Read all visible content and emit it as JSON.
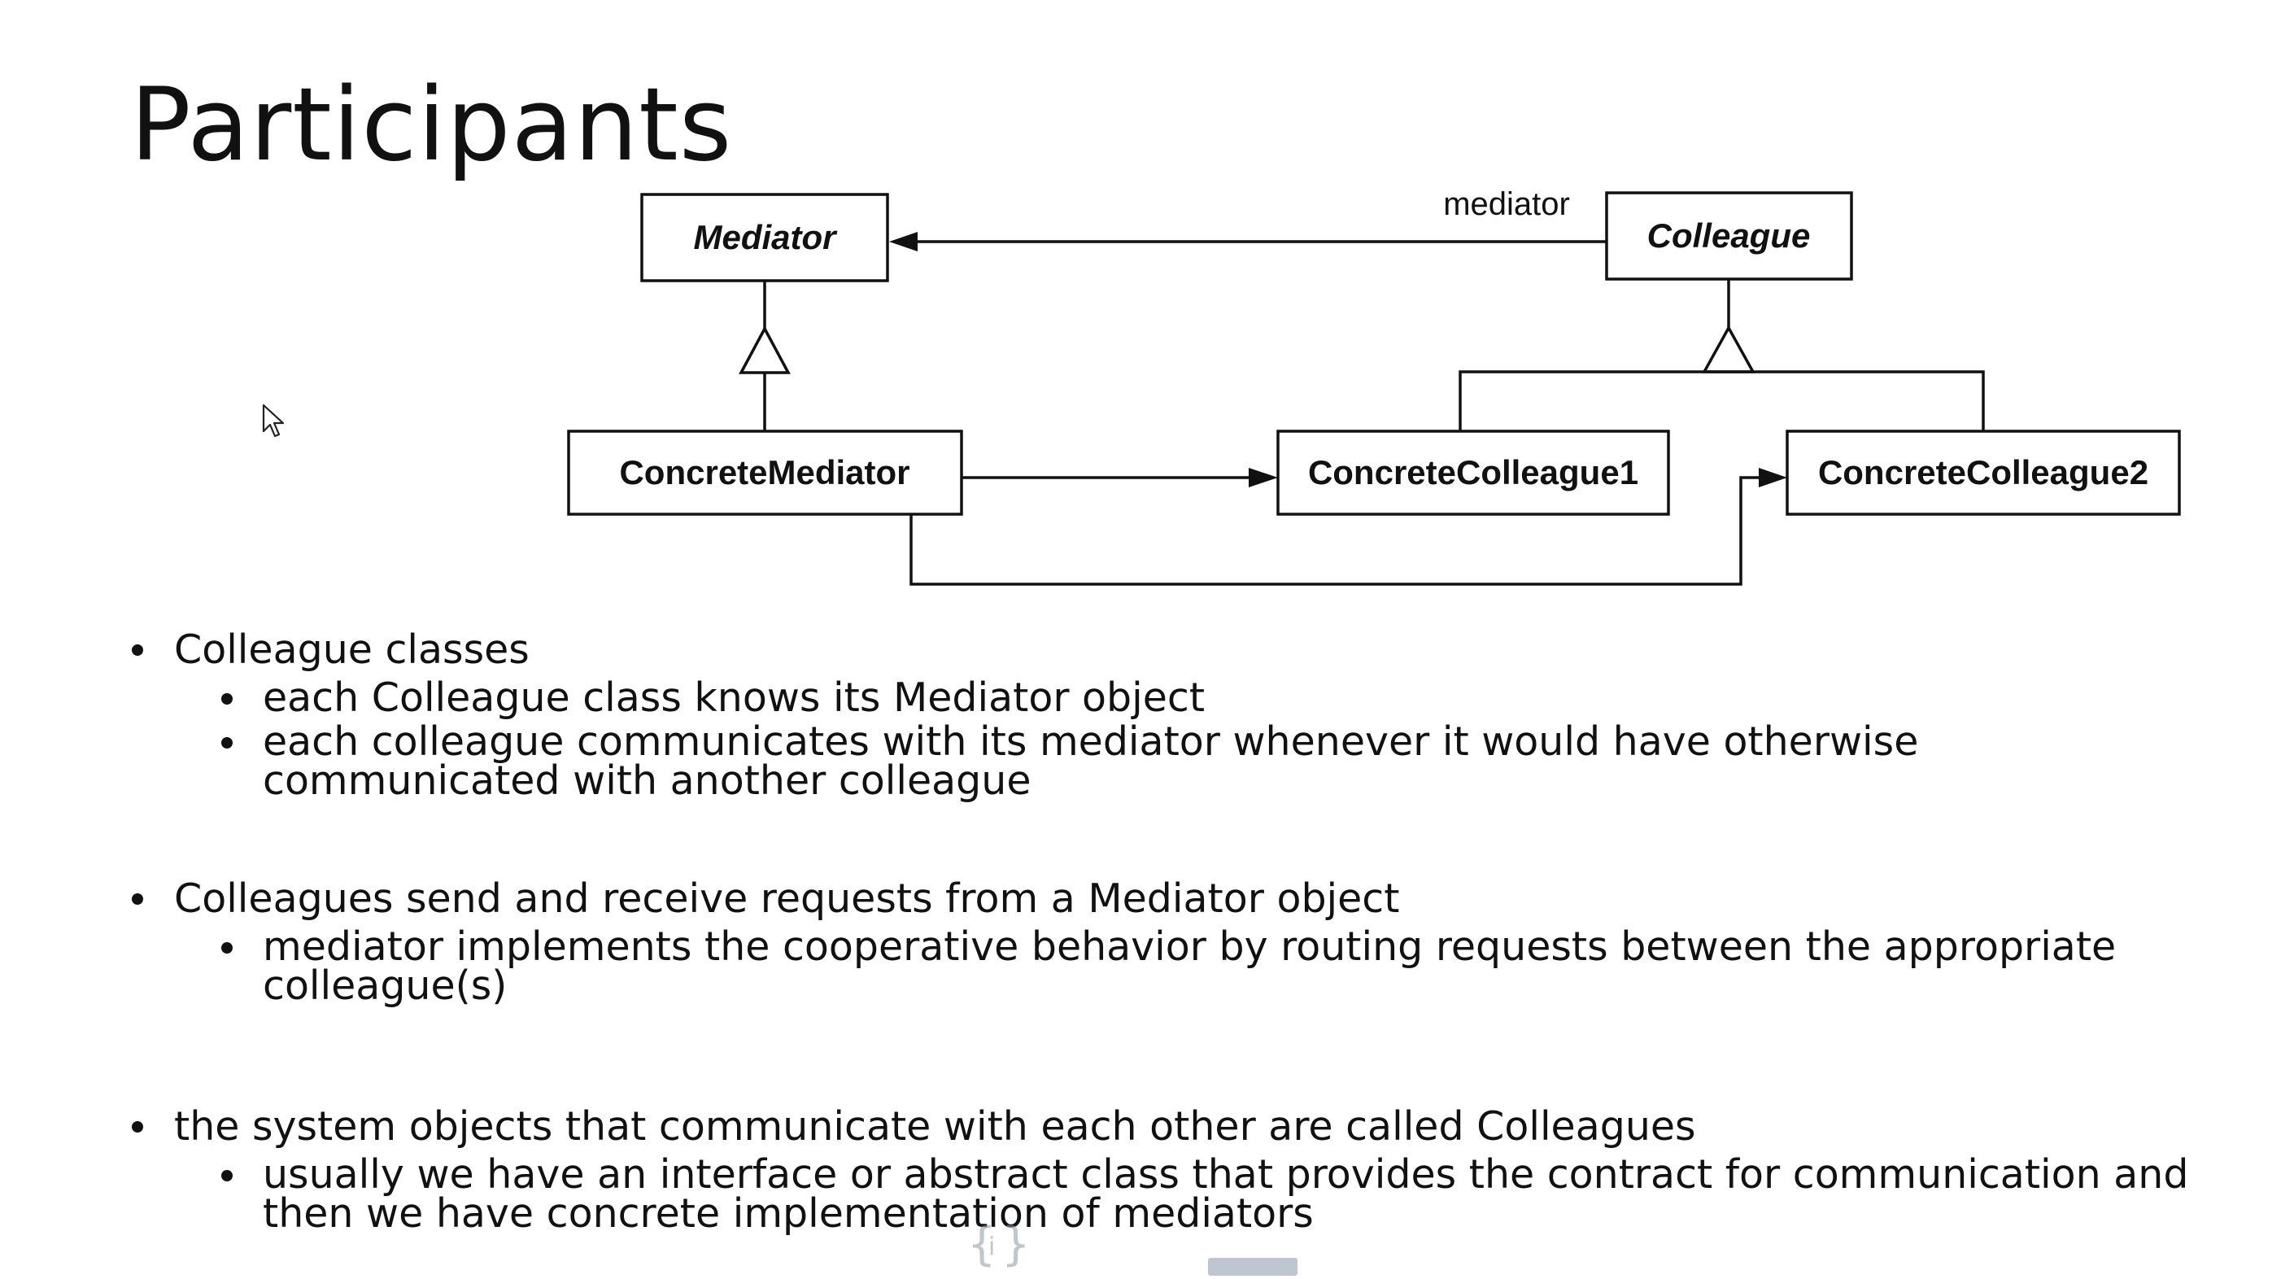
{
  "slide": {
    "title": "Participants"
  },
  "diagram": {
    "classes": {
      "mediator": "Mediator",
      "colleague": "Colleague",
      "concrete_mediator": "ConcreteMediator",
      "concrete_colleague1": "ConcreteColleague1",
      "concrete_colleague2": "ConcreteColleague2"
    },
    "association_label": "mediator"
  },
  "bullets": [
    {
      "text": "Colleague classes",
      "sub": [
        "each Colleague class knows its Mediator object",
        "each colleague communicates with its mediator whenever it would have otherwise communicated with another colleague"
      ]
    },
    {
      "text": "Colleagues send and receive requests from a Mediator object",
      "sub": [
        "mediator implements the cooperative behavior by routing requests between the appropriate colleague(s)"
      ]
    },
    {
      "text": "the system objects that communicate with each other are called Colleagues",
      "sub": [
        "usually we have an interface or abstract class that provides the contract for communication and then we have concrete implementation of mediators"
      ]
    }
  ],
  "icons": {
    "cursor": "mouse-pointer-icon",
    "watermark": "learn-programming-academy-logo"
  }
}
